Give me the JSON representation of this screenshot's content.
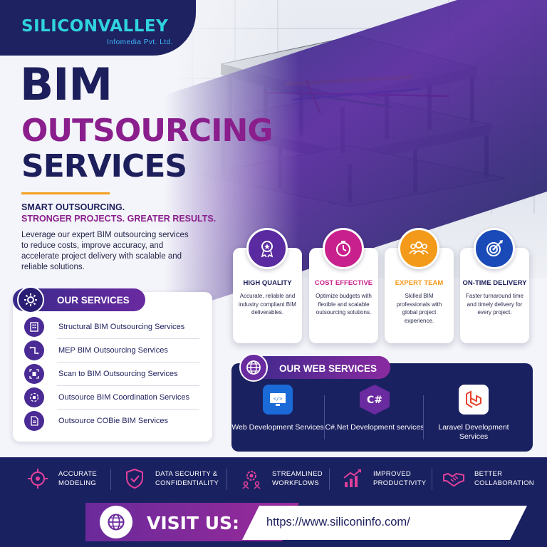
{
  "brand": {
    "logo_text": "SILICONVALLEY",
    "logo_sub": "Infomedia Pvt. Ltd."
  },
  "hero": {
    "title_line1": "BIM",
    "title_line2": "OUTSOURCING",
    "title_line3": "SERVICES",
    "tagline_1": "SMART OUTSOURCING.",
    "tagline_2": "STRONGER PROJECTS. GREATER RESULTS.",
    "intro": "Leverage our expert BIM outsourcing services to reduce costs, improve accuracy, and accelerate project delivery with scalable and reliable solutions."
  },
  "services": {
    "title": "OUR SERVICES",
    "items": [
      {
        "label": "Structural BIM Outsourcing Services",
        "icon": "building-icon"
      },
      {
        "label": "MEP BIM Outsourcing Services",
        "icon": "pipes-icon"
      },
      {
        "label": "Scan to BIM Outsourcing Services",
        "icon": "scan-building-icon"
      },
      {
        "label": "Outsource BIM Coordination Services",
        "icon": "coordination-icon"
      },
      {
        "label": "Outsource COBie BIM Services",
        "icon": "document-icon"
      }
    ]
  },
  "features": [
    {
      "title": "HIGH QUALITY",
      "desc": "Accurate, reliable and industry compliant BIM deliverables.",
      "color": "#5a2aa0",
      "title_color": "#1d1f5c",
      "icon": "award-icon"
    },
    {
      "title": "COST EFFECTIVE",
      "desc": "Optimize budgets with flexible and scalable outsourcing solutions.",
      "color": "#c8208c",
      "title_color": "#c8208c",
      "icon": "stopwatch-icon"
    },
    {
      "title": "EXPERT TEAM",
      "desc": "Skilled BIM professionals with global project experience.",
      "color": "#f49a1a",
      "title_color": "#f49a1a",
      "icon": "team-icon"
    },
    {
      "title": "ON-TIME DELIVERY",
      "desc": "Faster turnaround time and timely delivery for every project.",
      "color": "#1a4ab8",
      "title_color": "#1d1f5c",
      "icon": "target-icon"
    }
  ],
  "web_services": {
    "title": "OUR WEB SERVICES",
    "items": [
      {
        "label": "Web Development Services",
        "icon": "monitor-code-icon",
        "color": "#1a6ad8"
      },
      {
        "label": "C#.Net Development services",
        "icon": "csharp-icon",
        "color": "#6a2aa0"
      },
      {
        "label": "Laravel Development Services",
        "icon": "laravel-icon",
        "color": "#ffffff"
      }
    ]
  },
  "benefits": [
    {
      "label": "ACCURATE MODELING",
      "line1": "ACCURATE",
      "line2": "MODELING",
      "icon": "crosshair-icon"
    },
    {
      "label": "DATA SECURITY & CONFIDENTIALITY",
      "line1": "DATA SECURITY &",
      "line2": "CONFIDENTIALITY",
      "icon": "shield-check-icon"
    },
    {
      "label": "STREAMLINED WORKFLOWS",
      "line1": "STREAMLINED",
      "line2": "WORKFLOWS",
      "icon": "gear-people-icon"
    },
    {
      "label": "IMPROVED PRODUCTIVITY",
      "line1": "IMPROVED",
      "line2": "PRODUCTIVITY",
      "icon": "growth-chart-icon"
    },
    {
      "label": "BETTER COLLABORATION",
      "line1": "BETTER",
      "line2": "COLLABORATION",
      "icon": "handshake-icon"
    }
  ],
  "visit": {
    "label": "VISIT US:",
    "url": "https://www.siliconinfo.com/"
  },
  "colors": {
    "navy": "#1d1f5c",
    "purple": "#8a1e8c",
    "accent_orange": "#f4a020"
  }
}
